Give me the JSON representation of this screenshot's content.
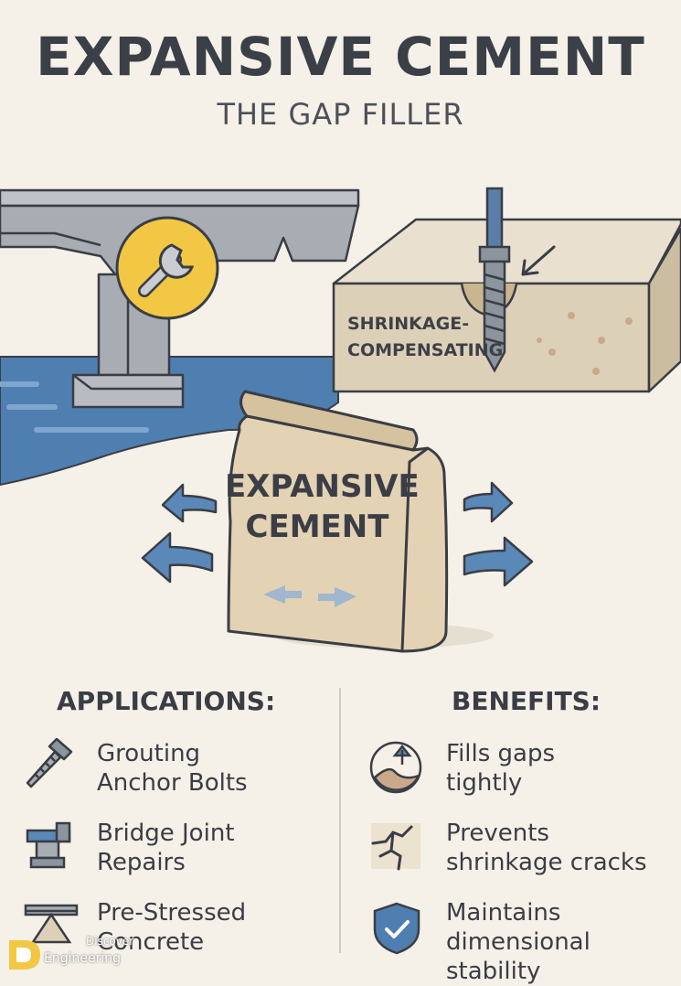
{
  "header": {
    "title": "EXPANSIVE CEMENT",
    "subtitle": "THE GAP FILLER"
  },
  "illustration": {
    "bag_label_line1": "EXPANSIVE",
    "bag_label_line2": "CEMENT",
    "block_label_line1": "SHRINKAGE-",
    "block_label_line2": "COMPENSATING",
    "icons": [
      "bridge",
      "wrench-icon",
      "bolt",
      "cement-bag",
      "expansion-arrows"
    ]
  },
  "applications": {
    "heading": "APPLICATIONS:",
    "items": [
      {
        "icon": "anchor-bolt-icon",
        "line1": "Grouting",
        "line2": "Anchor Bolts"
      },
      {
        "icon": "bridge-joint-icon",
        "line1": "Bridge Joint",
        "line2": "Repairs"
      },
      {
        "icon": "prestressed-icon",
        "line1": "Pre-Stressed",
        "line2": "Concrete"
      }
    ]
  },
  "benefits": {
    "heading": "BENEFITS:",
    "items": [
      {
        "icon": "gap-fill-icon",
        "line1": "Fills gaps",
        "line2": "tightly"
      },
      {
        "icon": "crack-icon",
        "line1": "Prevents",
        "line2": "shrinkage cracks"
      },
      {
        "icon": "shield-check-icon",
        "line1": "Maintains",
        "line2": "dimensional stability"
      }
    ]
  },
  "watermark": {
    "line1": "Discover",
    "line2": "Engineering"
  },
  "colors": {
    "background": "#f5f1e8",
    "water": "#4f7fb0",
    "steel": "#a8adb4",
    "concrete": "#ddd0b8",
    "bag": "#e3d2b3",
    "accent_yellow": "#f2c744",
    "arrow_blue": "#5a88b8"
  }
}
